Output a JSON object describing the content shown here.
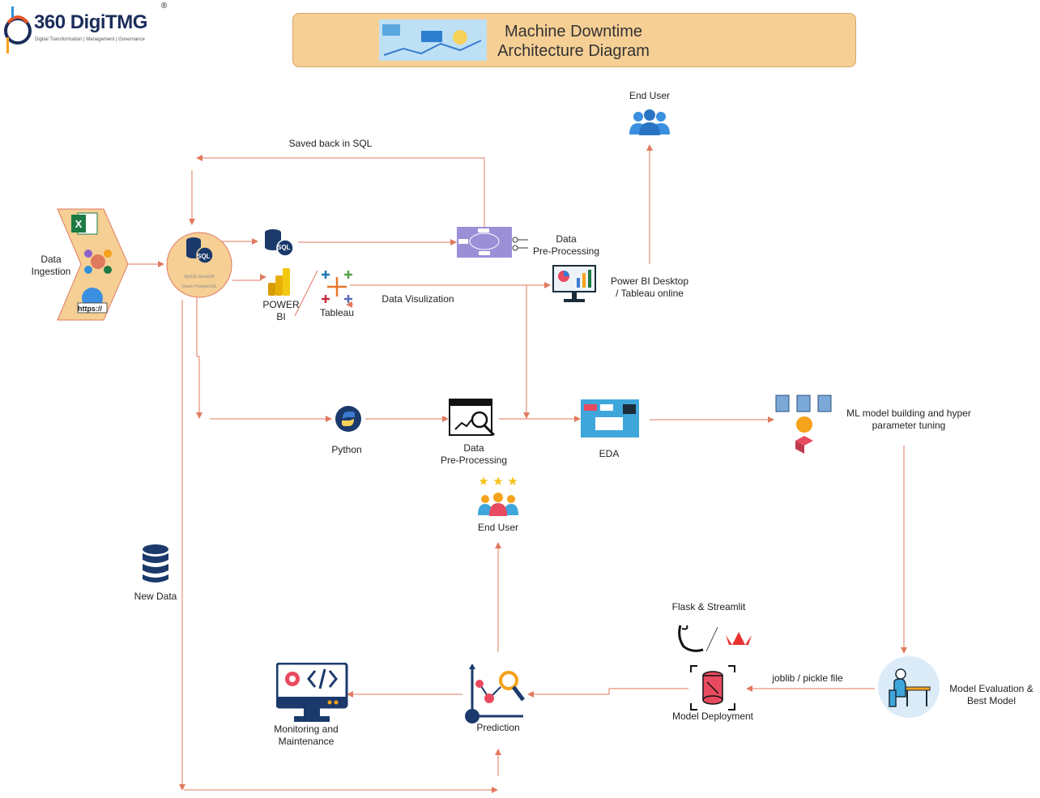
{
  "logo": {
    "name": "360 DigiTMG",
    "registered": "®",
    "tagline": "Digital Transformation | Management | Governance"
  },
  "title": {
    "line1": "Machine Downtime",
    "line2": "Architecture Diagram"
  },
  "nodes": {
    "data_ingestion": "Data\nIngestion",
    "sql_server_caption": "MySQL  MariaDB\nOracle  PostgreSQL",
    "power_bi": "POWER\nBI",
    "tableau": "Tableau",
    "data_visualization": "Data Visulization",
    "data_preprocessing_top": "Data\nPre-Processing",
    "powerbi_desktop": "Power BI Desktop\n/ Tableau online",
    "end_user_top": "End User",
    "saved_back": "Saved back in SQL",
    "python": "Python",
    "data_preprocessing_mid": "Data\nPre-Processing",
    "eda": "EDA",
    "ml_model": "ML model building and hyper\nparameter tuning",
    "end_user_mid": "End User",
    "new_data": "New Data",
    "flask_streamlit": "Flask & Streamlit",
    "joblib": "joblib / pickle file",
    "model_deployment": "Model Deployment",
    "model_evaluation": "Model Evaluation &\nBest Model",
    "prediction": "Prediction",
    "monitoring": "Monitoring and\nMaintenance",
    "sql_badge": "SQL",
    "https_badge": "https://"
  },
  "colors": {
    "arrow": "#e07a5f",
    "title_fill": "#f6cf95",
    "sql_circle": "#f6cf95",
    "chevron": "#f6cf95",
    "navy": "#1b3a6b"
  }
}
